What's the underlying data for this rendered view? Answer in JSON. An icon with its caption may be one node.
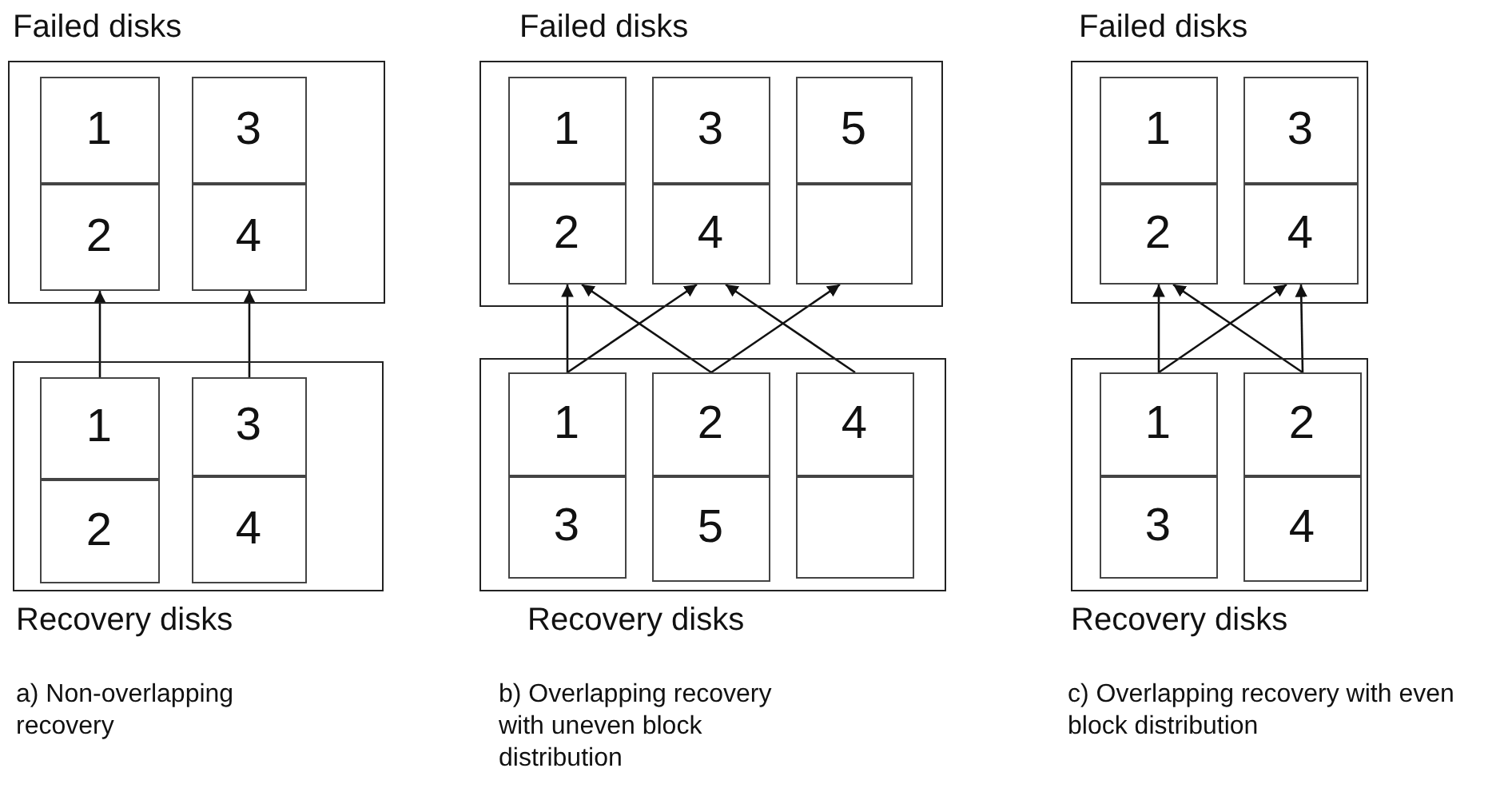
{
  "diagram": {
    "nodes": [
      {
        "text": [
          "Failed disks"
        ]
      },
      {
        "text": [
          "1"
        ],
        "in": 0
      },
      {
        "text": [
          "3"
        ],
        "in": 0
      },
      {
        "text": [
          "2"
        ],
        "in": 0
      },
      {
        "text": [
          "4"
        ],
        "in": 0
      },
      {
        "text": [
          "Recovery disks"
        ]
      },
      {
        "text": [
          "1"
        ],
        "in": 5
      },
      {
        "text": [
          "3"
        ],
        "in": 5
      },
      {
        "text": [
          "2"
        ],
        "in": 5
      },
      {
        "text": [
          "4"
        ],
        "in": 5
      },
      {
        "text": [
          "Failed disks"
        ]
      },
      {
        "text": [
          "1"
        ],
        "in": 10
      },
      {
        "text": [
          "3"
        ],
        "in": 10
      },
      {
        "text": [
          "5"
        ],
        "in": 10
      },
      {
        "text": [
          "2"
        ],
        "in": 10
      },
      {
        "text": [
          "4"
        ],
        "in": 10
      },
      {
        "text": [],
        "shape": "box",
        "in": 10
      },
      {
        "text": [
          "Recovery disks"
        ]
      },
      {
        "text": [
          "1"
        ],
        "in": 17
      },
      {
        "text": [
          "2"
        ],
        "in": 17
      },
      {
        "text": [
          "4"
        ],
        "in": 17
      },
      {
        "text": [
          "3"
        ],
        "in": 17
      },
      {
        "text": [
          "5"
        ],
        "in": 17
      },
      {
        "text": [],
        "shape": "box",
        "in": 17
      },
      {
        "text": [
          "Failed disks"
        ]
      },
      {
        "text": [
          "1"
        ],
        "in": 24
      },
      {
        "text": [
          "3"
        ],
        "in": 24
      },
      {
        "text": [
          "2"
        ],
        "in": 24
      },
      {
        "text": [
          "4"
        ],
        "in": 24
      },
      {
        "text": [
          "Recovery disks"
        ]
      },
      {
        "text": [
          "1"
        ],
        "in": 29
      },
      {
        "text": [
          "2"
        ],
        "in": 29
      },
      {
        "text": [
          "3"
        ],
        "in": 29
      },
      {
        "text": [
          "4"
        ],
        "in": 29
      }
    ],
    "edges": [
      {
        "from": 6,
        "to": 3,
        "arrow": "to"
      },
      {
        "from": 7,
        "to": 4,
        "arrow": "to"
      },
      {
        "from": 18,
        "to": 14,
        "arrow": "to"
      },
      {
        "from": 18,
        "to": 15,
        "arrow": "to"
      },
      {
        "from": 19,
        "to": 14,
        "arrow": "to"
      },
      {
        "from": 19,
        "to": 16,
        "arrow": "to"
      },
      {
        "from": 20,
        "to": 15,
        "arrow": "to"
      },
      {
        "from": 30,
        "to": 27,
        "arrow": "to"
      },
      {
        "from": 30,
        "to": 28,
        "arrow": "to"
      },
      {
        "from": 31,
        "to": 27,
        "arrow": "to"
      },
      {
        "from": 31,
        "to": 28,
        "arrow": "to"
      }
    ],
    "labels": [
      "a) Non-overlapping recovery",
      "b) Overlapping recovery with uneven block distribution",
      "c) Overlapping recovery with even block distribution"
    ]
  }
}
